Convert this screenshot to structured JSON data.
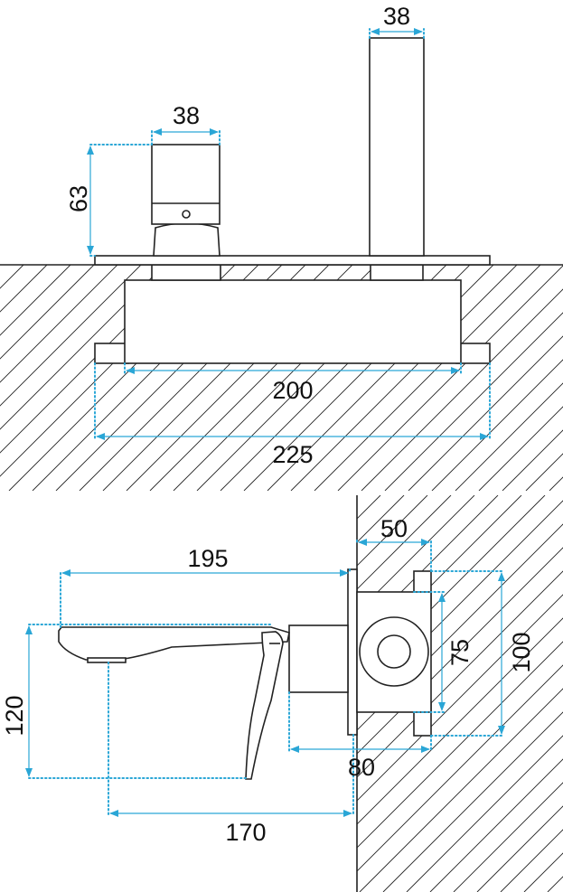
{
  "top_view": {
    "dimensions": {
      "spout_width": "38",
      "handle_width": "38",
      "handle_height": "63",
      "box_width": "200",
      "plate_width": "225"
    }
  },
  "side_view": {
    "dimensions": {
      "spout_projection": "195",
      "outlet_reach": "170",
      "total_height": "120",
      "box_depth": "80",
      "box_offset": "50",
      "box_height": "75",
      "flange_height": "100"
    }
  },
  "colors": {
    "outline": "#222222",
    "dimension": "#2aa6d6"
  }
}
